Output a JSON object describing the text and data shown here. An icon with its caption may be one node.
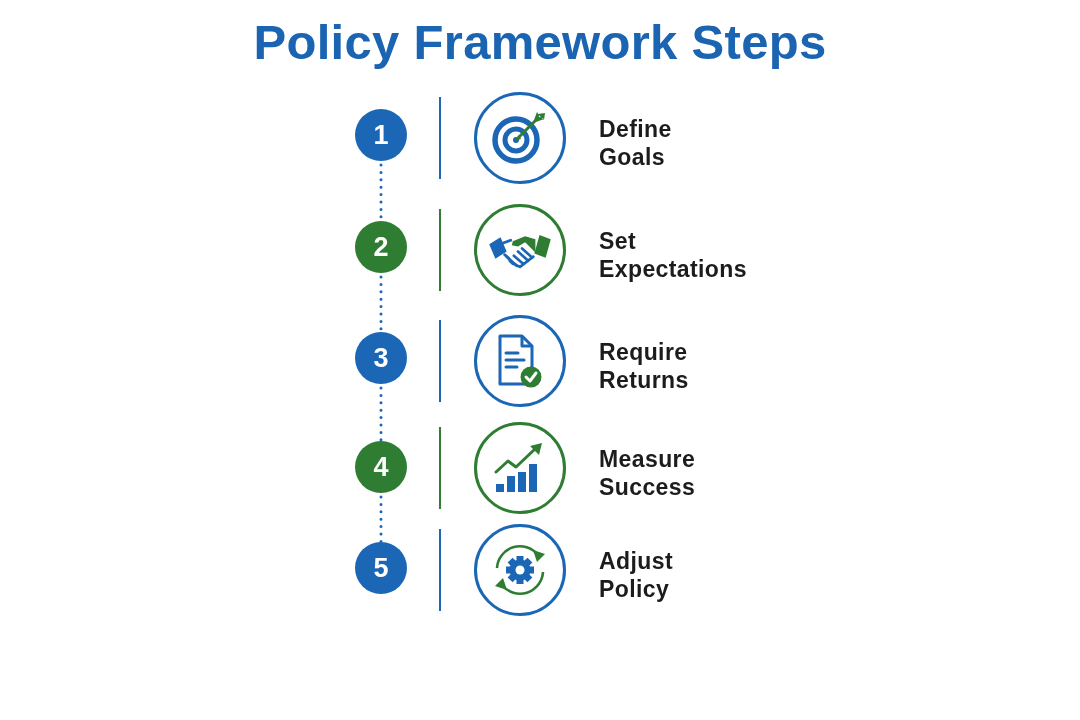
{
  "diagram": {
    "title": "Policy Framework Steps",
    "nodes": [
      {
        "text": [
          "1"
        ]
      },
      {
        "text": [],
        "shape": "circle",
        "beside": [
          "Define Goals"
        ]
      },
      {
        "text": [
          "2"
        ]
      },
      {
        "text": [],
        "shape": "circle",
        "beside": [
          "Set Expectations"
        ]
      },
      {
        "text": [
          "3"
        ]
      },
      {
        "text": [],
        "shape": "circle",
        "beside": [
          "Require Returns"
        ]
      },
      {
        "text": [
          "4"
        ]
      },
      {
        "text": [],
        "shape": "circle",
        "beside": [
          "Measure Success"
        ]
      },
      {
        "text": [
          "5"
        ]
      },
      {
        "text": [],
        "shape": "circle",
        "beside": [
          "Adjust Policy"
        ]
      }
    ],
    "edges": [
      {
        "from": 0,
        "to": 2,
        "arrow": "none",
        "style": "dashed"
      },
      {
        "from": 2,
        "to": 4,
        "arrow": "none",
        "style": "dashed"
      },
      {
        "from": 4,
        "to": 6,
        "arrow": "none",
        "style": "dashed"
      },
      {
        "from": 6,
        "to": 8,
        "arrow": "none",
        "style": "dashed"
      }
    ]
  }
}
